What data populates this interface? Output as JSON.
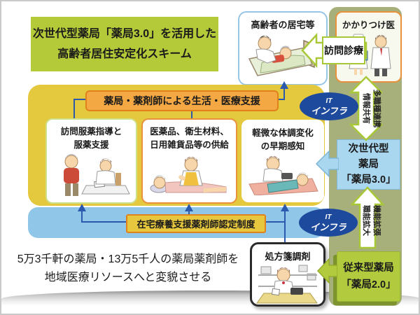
{
  "slide": {
    "title_line1": "次世代型薬局「薬局3.0」を活用した",
    "title_line2": "高齢者居住安定化スキーム",
    "bottom_line1": "5万3千軒の薬局・13万5千人の薬局薬剤師を",
    "bottom_line2": "地域医療リソースへと変貌させる"
  },
  "nodes": {
    "elderly_home": "高齢者の居宅等",
    "family_doctor": "かかりつけ医",
    "support_header": "薬局・薬剤師による生活・医療支援",
    "visit_guidance_line1": "訪問服薬指導と",
    "visit_guidance_line2": "服薬支援",
    "supply_line1": "医薬品、衛生材料、",
    "supply_line2": "日用雑貨品等の供給",
    "detect_line1": "軽微な体調変化",
    "detect_line2": "の早期感知",
    "certification": "在宅療養支援薬剤師認定制度",
    "prescription": "処方箋調剤",
    "pharmacy30_line1": "次世代型",
    "pharmacy30_line2": "薬局",
    "pharmacy30_line3": "「薬局3.0」",
    "pharmacy20_line1": "従来型薬局",
    "pharmacy20_line2": "「薬局2.0」"
  },
  "arrows": {
    "home_visit": "訪問診療",
    "collab_line1": "多職種連携",
    "collab_line2": "情報共有",
    "expand_line1": "機能拡張",
    "expand_line2": "職能拡大",
    "it_line1": "IT",
    "it_line2": "インフラ"
  },
  "colors": {
    "green": "#b4ca39",
    "yellow": "#e4c83e",
    "orange": "#f4a843",
    "orange_border": "#e0821c",
    "light_blue_bar": "#90c7e9",
    "pale_blue": "#a9d7f0",
    "dark_blue": "#1d4a9c",
    "olive": "#a7b07b",
    "connector_blue": "#2b59ae",
    "arrow_outline_green": "#a9c838"
  }
}
